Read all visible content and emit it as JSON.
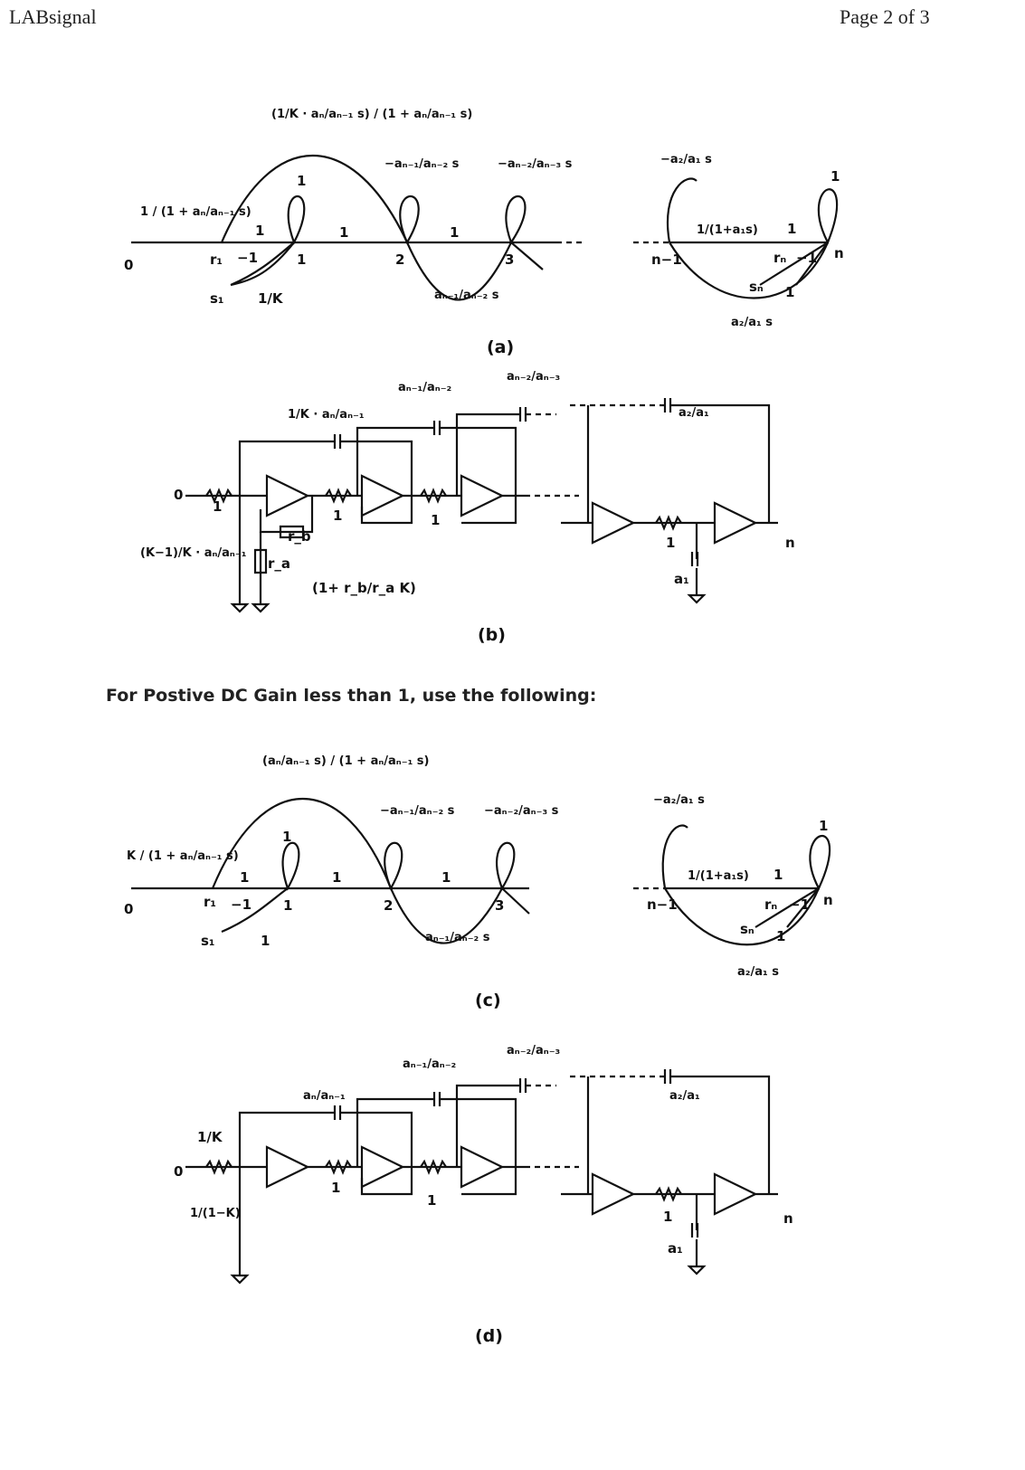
{
  "header": {
    "left": "LABsignal",
    "right": "Page 2 of 3"
  },
  "note": "For Postive DC Gain less than 1, use the following:",
  "figures": {
    "a": {
      "caption": "(a)",
      "labels": {
        "input_gain": "1 / (1 + aₙ/aₙ₋₁ s)",
        "top_gain": "(1/K · aₙ/aₙ₋₁ s) / (1 + aₙ/aₙ₋₁ s)",
        "g2": "−aₙ₋₁/aₙ₋₂ s",
        "g3": "−aₙ₋₂/aₙ₋₃ s",
        "bottom": "aₙ₋₁/aₙ₋₂ s",
        "node0": "0",
        "r1": "r₁",
        "s1": "s₁",
        "n1": "1",
        "n2": "2",
        "n3": "3",
        "one_a": "1",
        "one_b": "1",
        "one_c": "1",
        "one_loop": "1",
        "minus1": "−1",
        "invK": "1/K",
        "right_top": "−a₂/a₁ s",
        "right_one": "1",
        "right_branch": "1/(1+a₁s)",
        "right_one2": "1",
        "rn": "rₙ",
        "rminus1": "−1",
        "nn1": "n−1",
        "nn": "n",
        "sn": "sₙ",
        "rone": "1",
        "right_bottom": "a₂/a₁ s"
      }
    },
    "b": {
      "caption": "(b)",
      "labels": {
        "cap1": "1/K · aₙ/aₙ₋₁",
        "cap2": "aₙ₋₁/aₙ₋₂",
        "cap3": "aₙ₋₂/aₙ₋₃",
        "cap4": "a₂/a₁",
        "in0": "0",
        "r_in": "1",
        "r2": "1",
        "r3": "1",
        "r4": "1",
        "cgnd": "(K−1)/K · aₙ/aₙ₋₁",
        "rb": "r_b",
        "ra": "r_a",
        "gain": "(1+ r_b/r_a K)",
        "a1": "a₁",
        "out": "n"
      }
    },
    "c": {
      "caption": "(c)",
      "labels": {
        "input_gain": "K / (1 + aₙ/aₙ₋₁ s)",
        "top_gain": "(aₙ/aₙ₋₁ s) / (1 + aₙ/aₙ₋₁ s)",
        "g2": "−aₙ₋₁/aₙ₋₂ s",
        "g3": "−aₙ₋₂/aₙ₋₃ s",
        "bottom": "aₙ₋₁/aₙ₋₂ s",
        "node0": "0",
        "r1": "r₁",
        "s1": "s₁",
        "n1": "1",
        "n2": "2",
        "n3": "3",
        "one_a": "1",
        "one_b": "1",
        "one_c": "1",
        "one_loop": "1",
        "minus1": "−1",
        "one_low": "1",
        "right_top": "−a₂/a₁ s",
        "right_one": "1",
        "right_branch": "1/(1+a₁s)",
        "right_one2": "1",
        "rn": "rₙ",
        "rminus1": "−1",
        "nn1": "n−1",
        "nn": "n",
        "sn": "sₙ",
        "rone": "1",
        "right_bottom": "a₂/a₁ s"
      }
    },
    "d": {
      "caption": "(d)",
      "labels": {
        "cap1": "aₙ/aₙ₋₁",
        "cap2": "aₙ₋₁/aₙ₋₂",
        "cap3": "aₙ₋₂/aₙ₋₃",
        "cap4": "a₂/a₁",
        "in0": "0",
        "r_in": "1/K",
        "r2": "1",
        "r3": "1",
        "r4": "1",
        "cgnd": "1/(1−K)",
        "a1": "a₁",
        "out": "n"
      }
    }
  }
}
